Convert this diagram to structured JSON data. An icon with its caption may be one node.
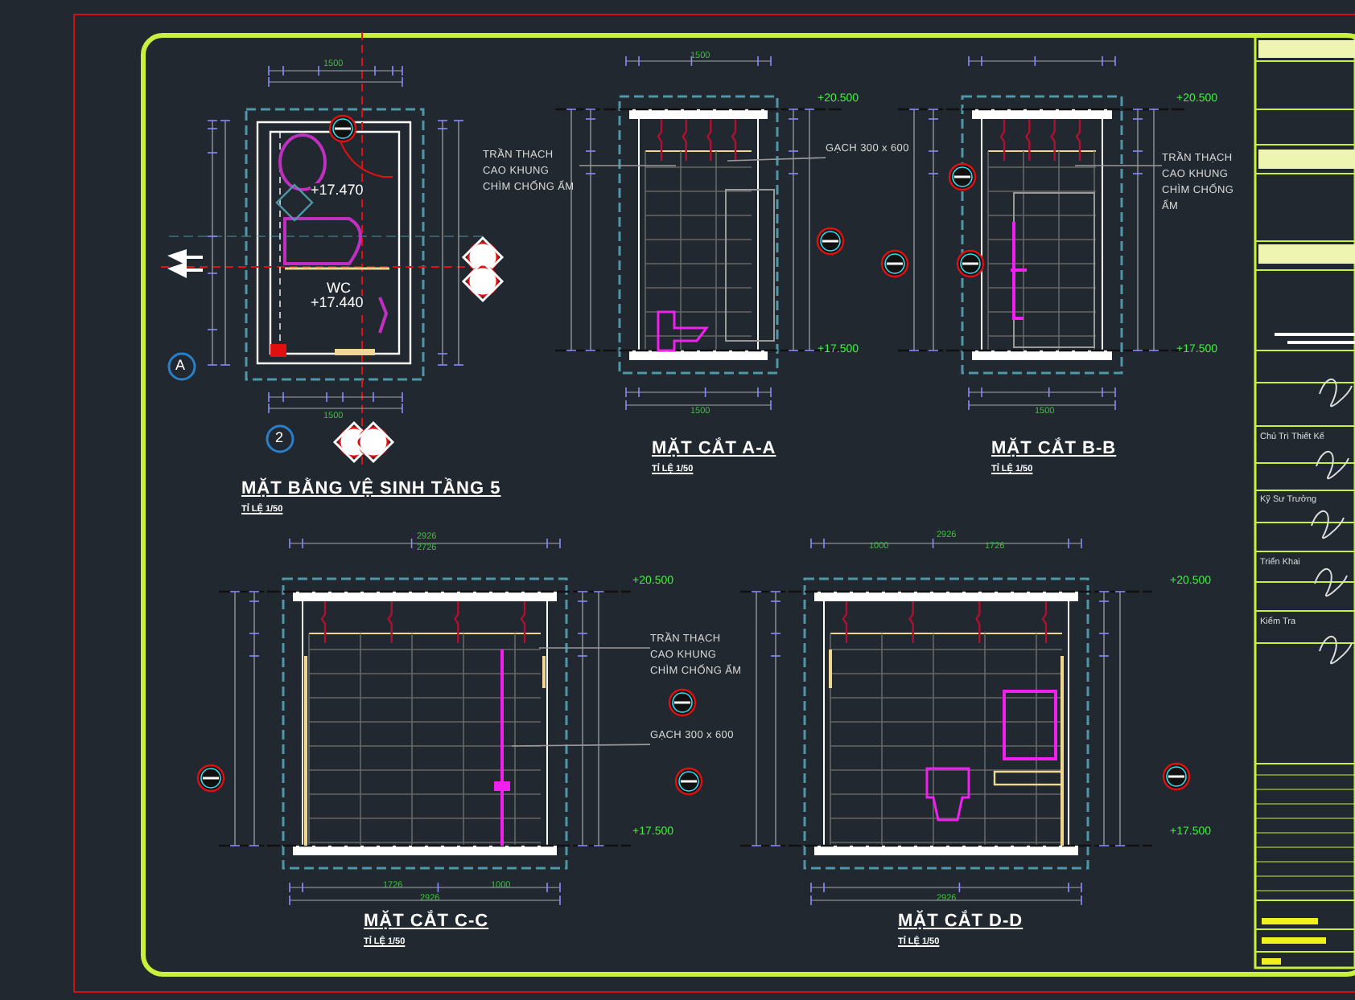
{
  "diagram": {
    "nodes": [
      {
        "text": [
          "TRẦN THẠCH CAO KHUNG CHÌM CHỐNG ẨM"
        ]
      },
      {
        "text": [
          "GẠCH 300 x 600"
        ]
      },
      {
        "text": [
          "TRẦN THẠCH CAO KHUNG CHÌM CHỐNG ẨM"
        ]
      },
      {
        "text": [
          "TRẦN THẠCH CAO KHUNG CHÌM CHỐNG ẨM"
        ]
      },
      {
        "text": [
          "GẠCH 300 x 600"
        ]
      }
    ],
    "edges": [
      {
        "from": 0,
        "to": null,
        "arrow": "none"
      },
      {
        "from": 1,
        "to": null,
        "arrow": "none"
      },
      {
        "from": 2,
        "to": null,
        "arrow": "none"
      },
      {
        "from": 3,
        "to": null,
        "arrow": "none"
      },
      {
        "from": 4,
        "to": null,
        "arrow": "none"
      }
    ],
    "labels": [
      "MẶT BẰNG VỆ SINH TẦNG 5",
      "TỈ LỆ 1/50",
      "MẶT CẮT A-A",
      "TỈ LỆ 1/50",
      "MẶT CẮT B-B",
      "TỈ LỆ 1/50",
      "MẶT CẮT C-C",
      "TỈ LỆ 1/50",
      "MẶT CẮT D-D",
      "TỈ LỆ 1/50",
      "+17.470",
      "WC",
      "+17.440",
      "A",
      "2",
      "+20.500",
      "+17.500",
      "+20.500",
      "+17.500",
      "+20.500",
      "+17.500",
      "+20.500",
      "+17.500",
      "1500",
      "1500",
      "1500",
      "1500",
      "1500",
      "2926",
      "2726",
      "1726",
      "1000",
      "2926",
      "2926",
      "1000",
      "1726",
      "2926",
      "Chủ Trì Thiết Kế",
      "Kỹ Sư Trưởng",
      "Triển Khai",
      "Kiểm Tra"
    ]
  }
}
